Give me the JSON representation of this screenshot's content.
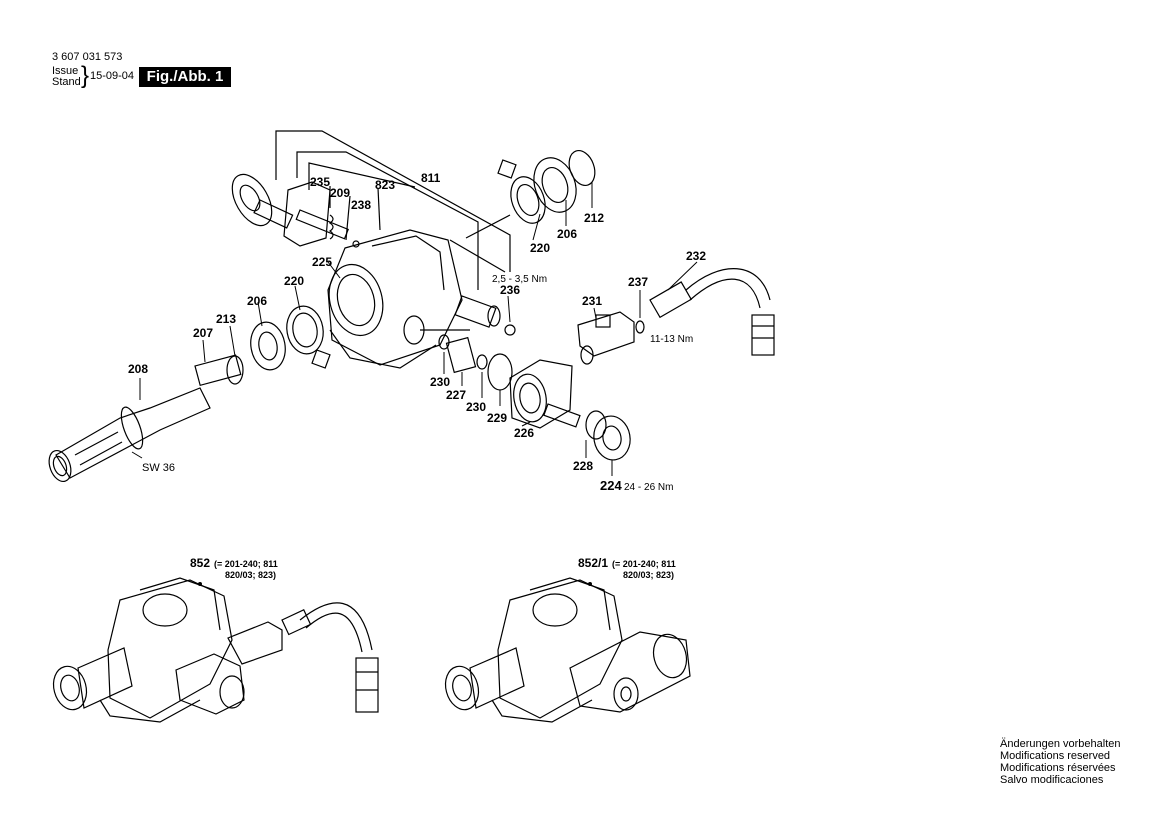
{
  "header": {
    "doc_number": "3 607 031 573",
    "issue_label": "Issue",
    "stand_label": "Stand",
    "date": "15-09-04",
    "figure": "Fig./Abb. 1"
  },
  "parts": {
    "p811": "811",
    "p823": "823",
    "p235": "235",
    "p209": "209",
    "p238": "238",
    "p225": "225",
    "p220a": "220",
    "p206a": "206",
    "p213": "213",
    "p207": "207",
    "p208": "208",
    "p220b": "220",
    "p206b": "206",
    "p212": "212",
    "p236": "236",
    "p231": "231",
    "p237": "237",
    "p232": "232",
    "p230a": "230",
    "p227": "227",
    "p230b": "230",
    "p229": "229",
    "p226": "226",
    "p228": "228",
    "p224": "224"
  },
  "torques": {
    "t236": "2,5 - 3,5 Nm",
    "t237": "11-13 Nm",
    "t224": "24 - 26 Nm",
    "sw": "SW 36"
  },
  "assemblies": {
    "a852_label": "852",
    "a852_line1": "(= 201-240; 811",
    "a852_line2": "820/03; 823)",
    "a8521_label": "852/1",
    "a8521_line1": "(= 201-240; 811",
    "a8521_line2": "820/03; 823)"
  },
  "notes": [
    "Änderungen vorbehalten",
    "Modifications reserved",
    "Modifications réservées",
    "Salvo modificaciones"
  ]
}
